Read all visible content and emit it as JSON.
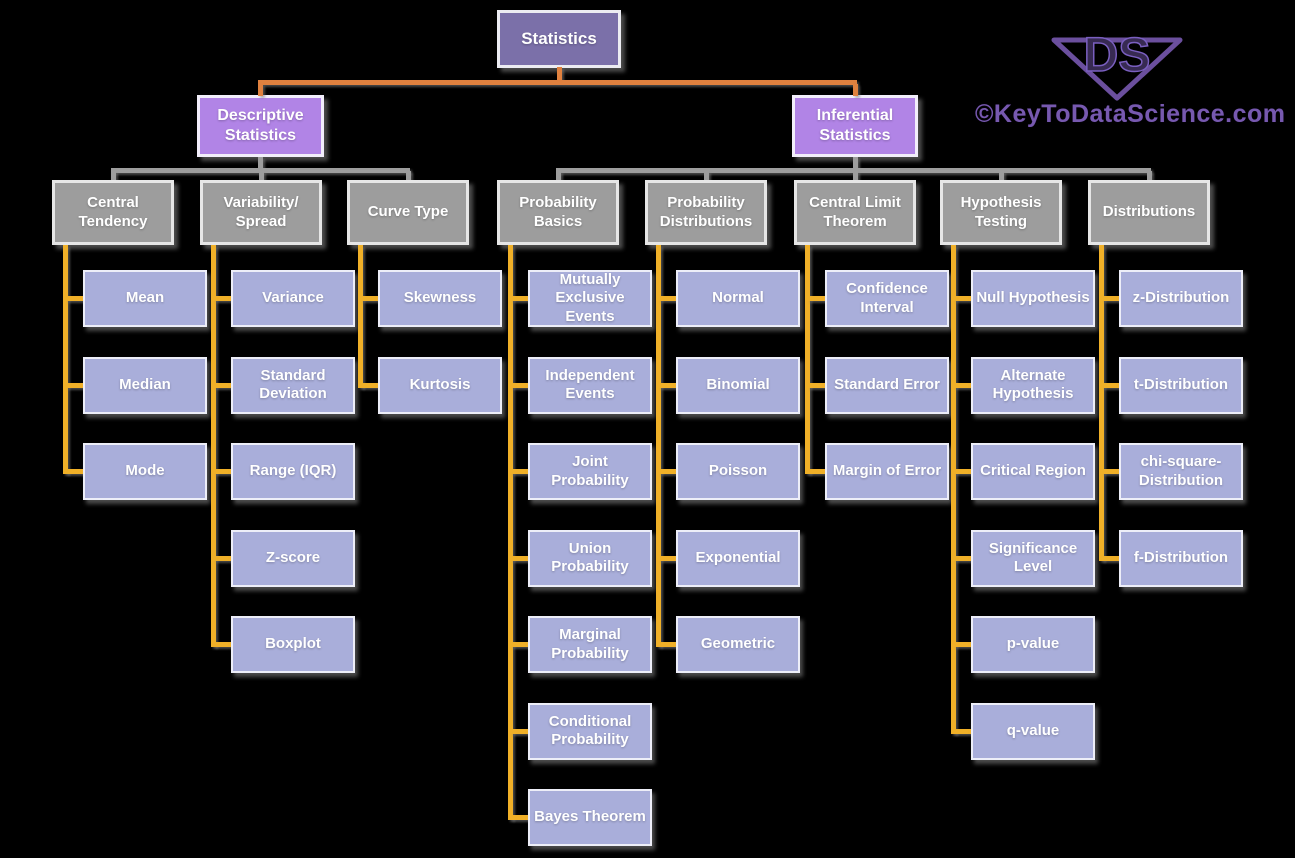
{
  "diagram_title": "Statistics",
  "colors": {
    "bg": "#000000",
    "root_fill": "#7b70a9",
    "branch_fill": "#b184e6",
    "header_fill": "#9d9d9d",
    "child_fill": "#a9aeda",
    "connector_orange": "#e0813f",
    "connector_gold": "#f0b028",
    "connector_gray": "#9d9d9d",
    "logo_purple": "#6b4f9e",
    "watermark_purple": "#8463c2"
  },
  "root": {
    "label": "Statistics"
  },
  "branches": [
    {
      "label": "Descriptive Statistics",
      "column_indexes": [
        0,
        1,
        2
      ]
    },
    {
      "label": "Inferential Statistics",
      "column_indexes": [
        3,
        4,
        5,
        6,
        7
      ]
    }
  ],
  "columns": [
    {
      "header": "Central Tendency",
      "children": [
        "Mean",
        "Median",
        "Mode"
      ]
    },
    {
      "header": "Variability/ Spread",
      "children": [
        "Variance",
        "Standard Deviation",
        "Range (IQR)",
        "Z-score",
        "Boxplot"
      ]
    },
    {
      "header": "Curve Type",
      "children": [
        "Skewness",
        "Kurtosis"
      ]
    },
    {
      "header": "Probability Basics",
      "children": [
        "Mutually Exclusive Events",
        "Independent Events",
        "Joint Probability",
        "Union Probability",
        "Marginal Probability",
        "Conditional Probability",
        "Bayes Theorem"
      ]
    },
    {
      "header": "Probability Distributions",
      "children": [
        "Normal",
        "Binomial",
        "Poisson",
        "Exponential",
        "Geometric"
      ]
    },
    {
      "header": "Central Limit Theorem",
      "children": [
        "Confidence Interval",
        "Standard Error",
        "Margin of Error"
      ]
    },
    {
      "header": "Hypothesis Testing",
      "children": [
        "Null Hypothesis",
        "Alternate Hypothesis",
        "Critical Region",
        "Significance Level",
        "p-value",
        "q-value"
      ]
    },
    {
      "header": "Distributions",
      "children": [
        "z-Distribution",
        "t-Distribution",
        "chi-square-Distribution",
        "f-Distribution"
      ]
    }
  ],
  "logo": {
    "monogram": "DS",
    "caption": "©KeyToDataScience.com"
  }
}
